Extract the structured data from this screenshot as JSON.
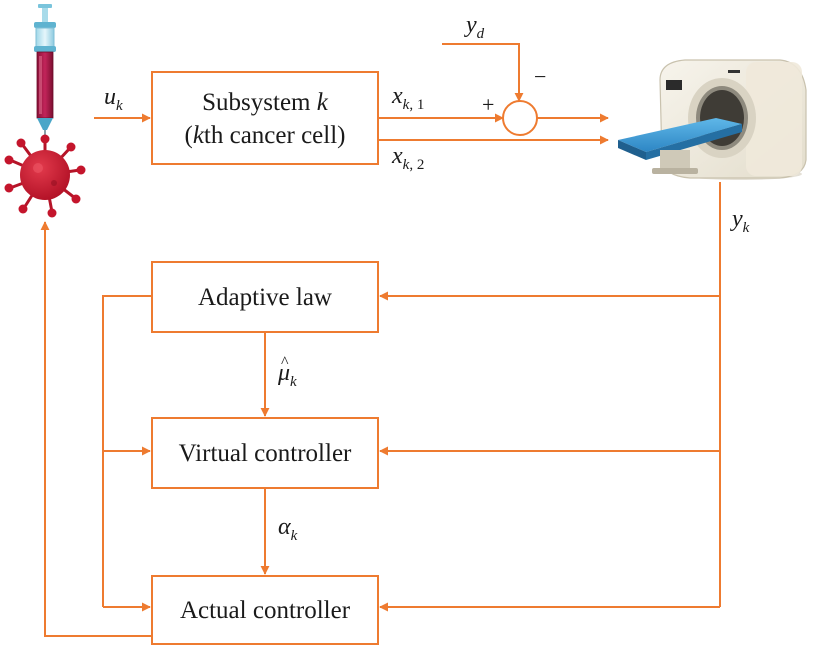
{
  "colors": {
    "line": "#ee7b30",
    "text": "#1a1a1a",
    "background": "#ffffff"
  },
  "icons": {
    "syringe": "syringe-icon",
    "cancer_cell": "cancer-cell-icon",
    "scanner": "mri-scanner-icon"
  },
  "blocks": {
    "subsystem": {
      "line1": "Subsystem ",
      "line1_italic": "k",
      "line2_open": "(",
      "line2_italic": "k",
      "line2_rest": "th cancer cell)"
    },
    "adaptive_law": {
      "label": "Adaptive law"
    },
    "virtual_controller": {
      "label": "Virtual controller"
    },
    "actual_controller": {
      "label": "Actual controller"
    }
  },
  "signals": {
    "u": {
      "main": "u",
      "sub": "k"
    },
    "x1": {
      "main": "x",
      "sub": "k",
      "sub_num": ", 1"
    },
    "x2": {
      "main": "x",
      "sub": "k",
      "sub_num": ", 2"
    },
    "yd": {
      "main": "y",
      "sub": "d"
    },
    "yk": {
      "main": "y",
      "sub": "k"
    },
    "mu": {
      "main": "μ",
      "hat": "^",
      "sub": "k"
    },
    "alpha": {
      "main": "α",
      "sub": "k"
    }
  },
  "summing_junction": {
    "plus": "+",
    "minus": "−"
  }
}
